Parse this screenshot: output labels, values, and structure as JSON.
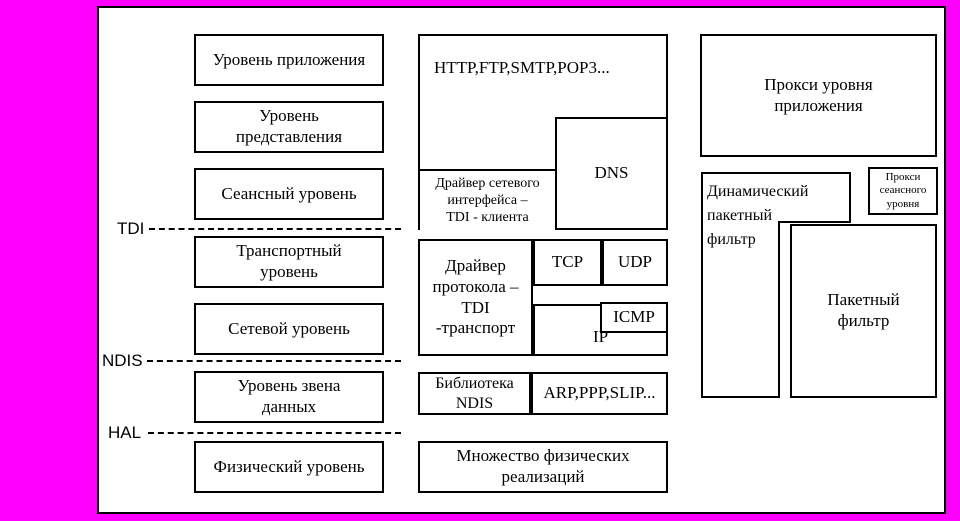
{
  "canvas": {
    "background_color": "#FF00FF",
    "panel_color": "#FFFFFF",
    "border_color": "#000000"
  },
  "osi_stack": {
    "layers": [
      {
        "label": "Уровень приложения"
      },
      {
        "label": "Уровень\nпредставления"
      },
      {
        "label": "Сеансный уровень"
      },
      {
        "label": "Транспортный\nуровень"
      },
      {
        "label": "Сетевой уровень"
      },
      {
        "label": "Уровень звена\nданных"
      },
      {
        "label": "Физический уровень"
      }
    ]
  },
  "boundaries": [
    {
      "label": "TDI"
    },
    {
      "label": "NDIS"
    },
    {
      "label": "HAL"
    }
  ],
  "implementation": {
    "app_protocols": "HTTP,FTP,SMTP,POP3...",
    "dns": "DNS",
    "net_interface_driver": "Драйвер сетевого\nинтерфейса –\nTDI - клиента",
    "protocol_driver": "Драйвер\nпротокола –\nTDI\n-транспорт",
    "tcp": "TCP",
    "udp": "UDP",
    "ip": "IP",
    "icmp": "ICMP",
    "ndis_library": "Библиотека\nNDIS",
    "link_protocols": "ARP,PPP,SLIP...",
    "physical": "Множество физических\nреализаций"
  },
  "security": {
    "app_proxy": "Прокси уровня\nприложения",
    "session_proxy": "Прокси\nсеансного\nуровня",
    "dynamic_packet_filter": "Динамический\nпакетный\nфильтр",
    "packet_filter": "Пакетный\nфильтр"
  }
}
